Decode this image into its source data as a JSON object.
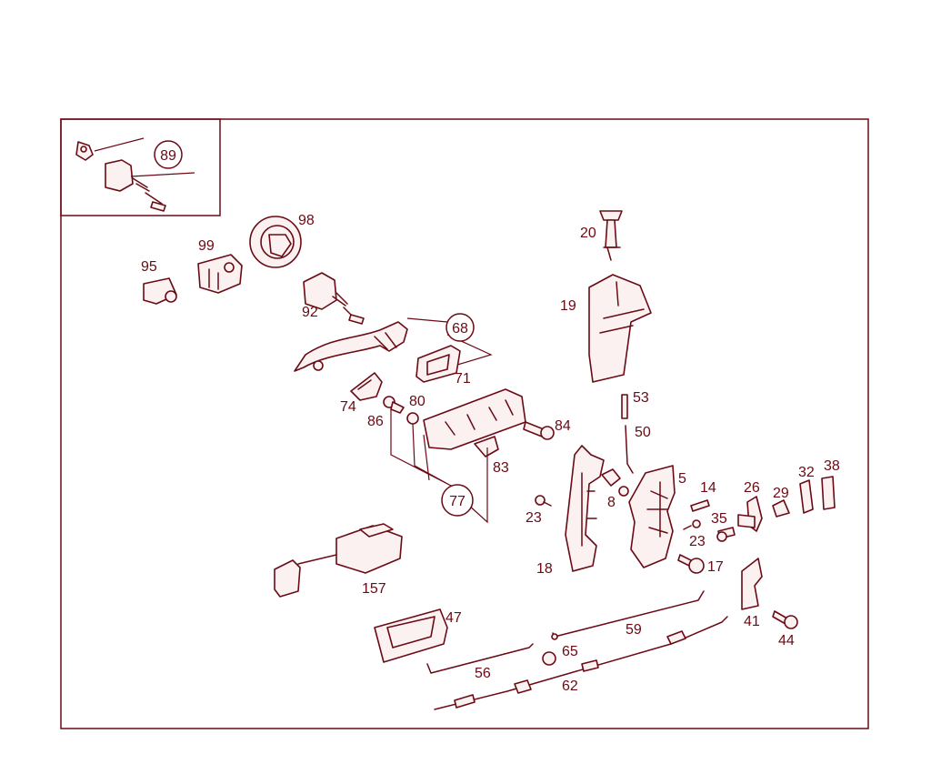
{
  "colors": {
    "ink": "#6a0a14",
    "fill": "#fbf1f1",
    "background": "#ffffff"
  },
  "labels": {
    "p89": "89",
    "p98": "98",
    "p99": "99",
    "p95": "95",
    "p92": "92",
    "p20": "20",
    "p19": "19",
    "p68": "68",
    "p71": "71",
    "p74": "74",
    "p80": "80",
    "p86": "86",
    "p84": "84",
    "p83": "83",
    "p77": "77",
    "p53": "53",
    "p50": "50",
    "p5": "5",
    "p8": "8",
    "p23a": "23",
    "p18": "18",
    "p14": "14",
    "p23b": "23",
    "p35": "35",
    "p17": "17",
    "p26": "26",
    "p29": "29",
    "p32": "32",
    "p38": "38",
    "p157": "157",
    "p41": "41",
    "p44": "44",
    "p47": "47",
    "p59": "59",
    "p65": "65",
    "p56": "56",
    "p62": "62"
  }
}
